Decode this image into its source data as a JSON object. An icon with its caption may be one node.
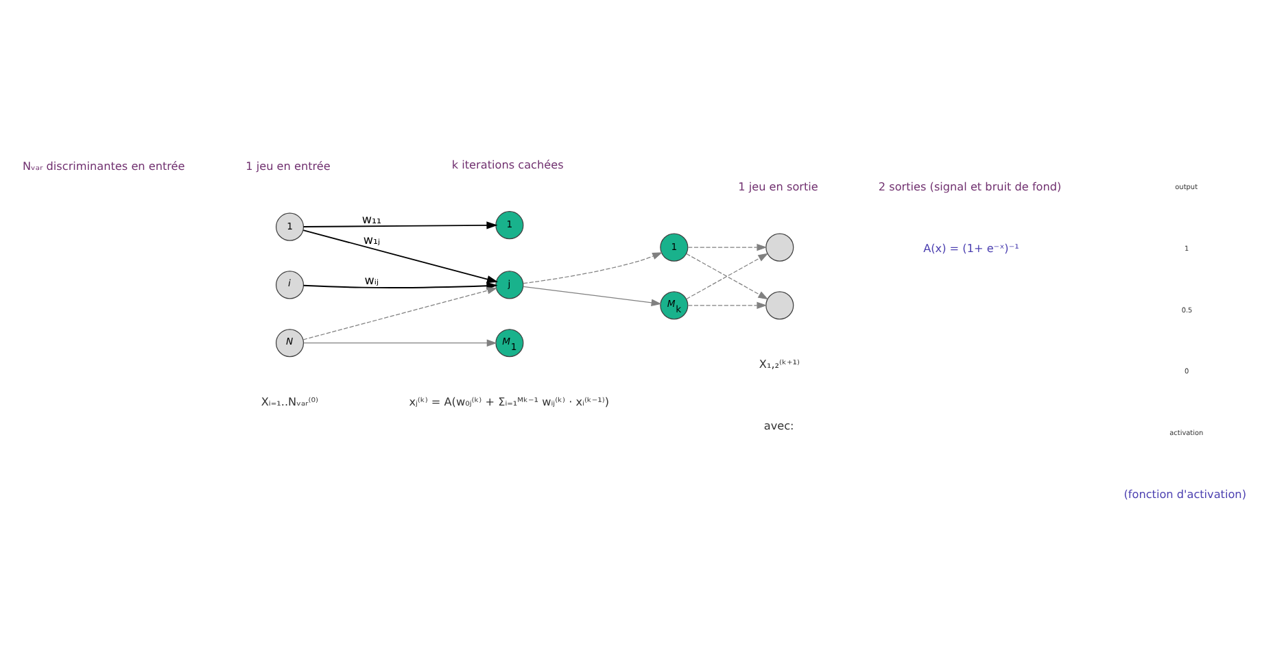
{
  "diagram": {
    "nodes": [
      {
        "text": [
          "1"
        ]
      },
      {
        "text": [
          "*i*"
        ]
      },
      {
        "text": [
          "*N*"
        ]
      },
      {
        "text": [
          "1"
        ]
      },
      {
        "text": [
          "j"
        ]
      },
      {
        "text": [
          "*M*$_{1}$"
        ]
      },
      {
        "text": [
          "1"
        ]
      },
      {
        "text": [
          "*M*$_{k}$"
        ]
      },
      {
        "text": [],
        "shape": "circle"
      },
      {
        "text": [],
        "shape": "circle"
      }
    ],
    "edges": [
      {
        "from": 0,
        "to": 3,
        "arrow": "to",
        "label": "w₁₁",
        "color": "#000000"
      },
      {
        "from": 0,
        "to": 4,
        "arrow": "to",
        "label": "w₁ⱼ",
        "color": "#000000"
      },
      {
        "from": 1,
        "to": 4,
        "arrow": "to",
        "label": "wᵢⱼ",
        "color": "#000000"
      },
      {
        "from": 2,
        "to": 4,
        "arrow": "to",
        "style": "dashed"
      },
      {
        "from": 2,
        "to": 5,
        "arrow": "to"
      },
      {
        "from": 4,
        "to": 6,
        "arrow": "to",
        "style": "dashed"
      },
      {
        "from": 4,
        "to": 7,
        "arrow": "to"
      },
      {
        "from": 6,
        "to": 8,
        "arrow": "to",
        "style": "dashed"
      },
      {
        "from": 6,
        "to": 9,
        "arrow": "to",
        "style": "dashed"
      },
      {
        "from": 7,
        "to": 8,
        "arrow": "to",
        "style": "dashed"
      },
      {
        "from": 7,
        "to": 9,
        "arrow": "to",
        "style": "dashed"
      }
    ],
    "labels": [
      "1 jeu en entrée",
      "k iterations cachées",
      "1 jeu en sortie",
      "2 sorties (signal et bruit de fond)",
      "Nᵥₐᵣ discriminantes en entrée",
      "X₁,₂⁽ᵏ⁺¹⁾",
      "output",
      "1",
      "0.5",
      "0",
      "activation",
      "(fonction d'activation)",
      "Xᵢ₌₁..Nᵥₐᵣ⁽⁰⁾",
      "xⱼ⁽ᵏ⁾ = A(w₀ⱼ⁽ᵏ⁾ + Σᵢ₌₁ᴹᵏ⁻¹ wᵢⱼ⁽ᵏ⁾ · xᵢ⁽ᵏ⁻¹⁾)",
      "avec:",
      "A(x) = (1+ e⁻ˣ)⁻¹"
    ]
  }
}
